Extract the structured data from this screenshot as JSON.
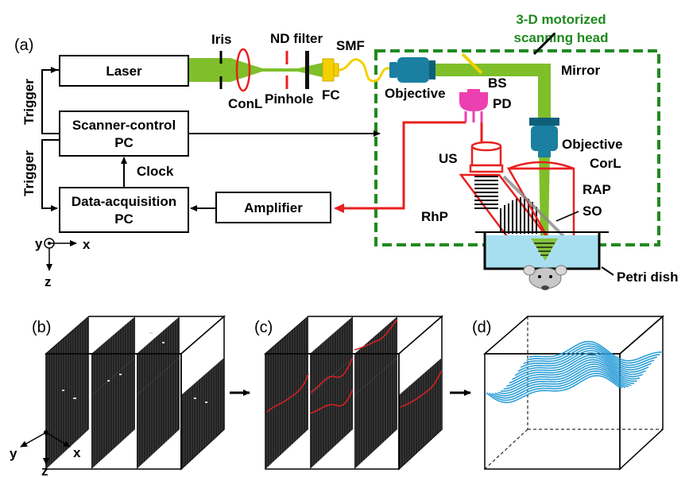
{
  "panels": {
    "a": "(a)",
    "b": "(b)",
    "c": "(c)",
    "d": "(d)"
  },
  "boxes": {
    "laser": "Laser",
    "scanner_pc_line1": "Scanner-control",
    "scanner_pc_line2": "PC",
    "daq_pc_line1": "Data-acquisition",
    "daq_pc_line2": "PC",
    "amplifier": "Amplifier"
  },
  "labels": {
    "trigger_top": "Trigger",
    "trigger_bottom": "Trigger",
    "clock": "Clock",
    "iris": "Iris",
    "conl": "ConL",
    "pinhole": "Pinhole",
    "nd_filter": "ND filter",
    "smf": "SMF",
    "fc": "FC",
    "objective_1": "Objective",
    "bs": "BS",
    "pd": "PD",
    "mirror": "Mirror",
    "objective_2": "Objective",
    "us": "US",
    "corl": "CorL",
    "rap": "RAP",
    "so": "SO",
    "rhp": "RhP",
    "petri_dish": "Petri dish",
    "scanning_head_line1": "3-D motorized",
    "scanning_head_line2": "scanning head"
  },
  "axes": {
    "top": {
      "x": "x",
      "y": "y",
      "z": "z"
    },
    "bottom": {
      "x": "x",
      "y": "y",
      "z": "z"
    }
  },
  "colors": {
    "beam": "#7fbf2a",
    "signal": "#e8201f",
    "scan_head_border": "#1f8a1f",
    "objective": "#1a7fa0",
    "fc": "#f5d000",
    "pd": "#ec3fb0",
    "water": "#a8dff0",
    "surface_lines": "#2e9fd8"
  }
}
